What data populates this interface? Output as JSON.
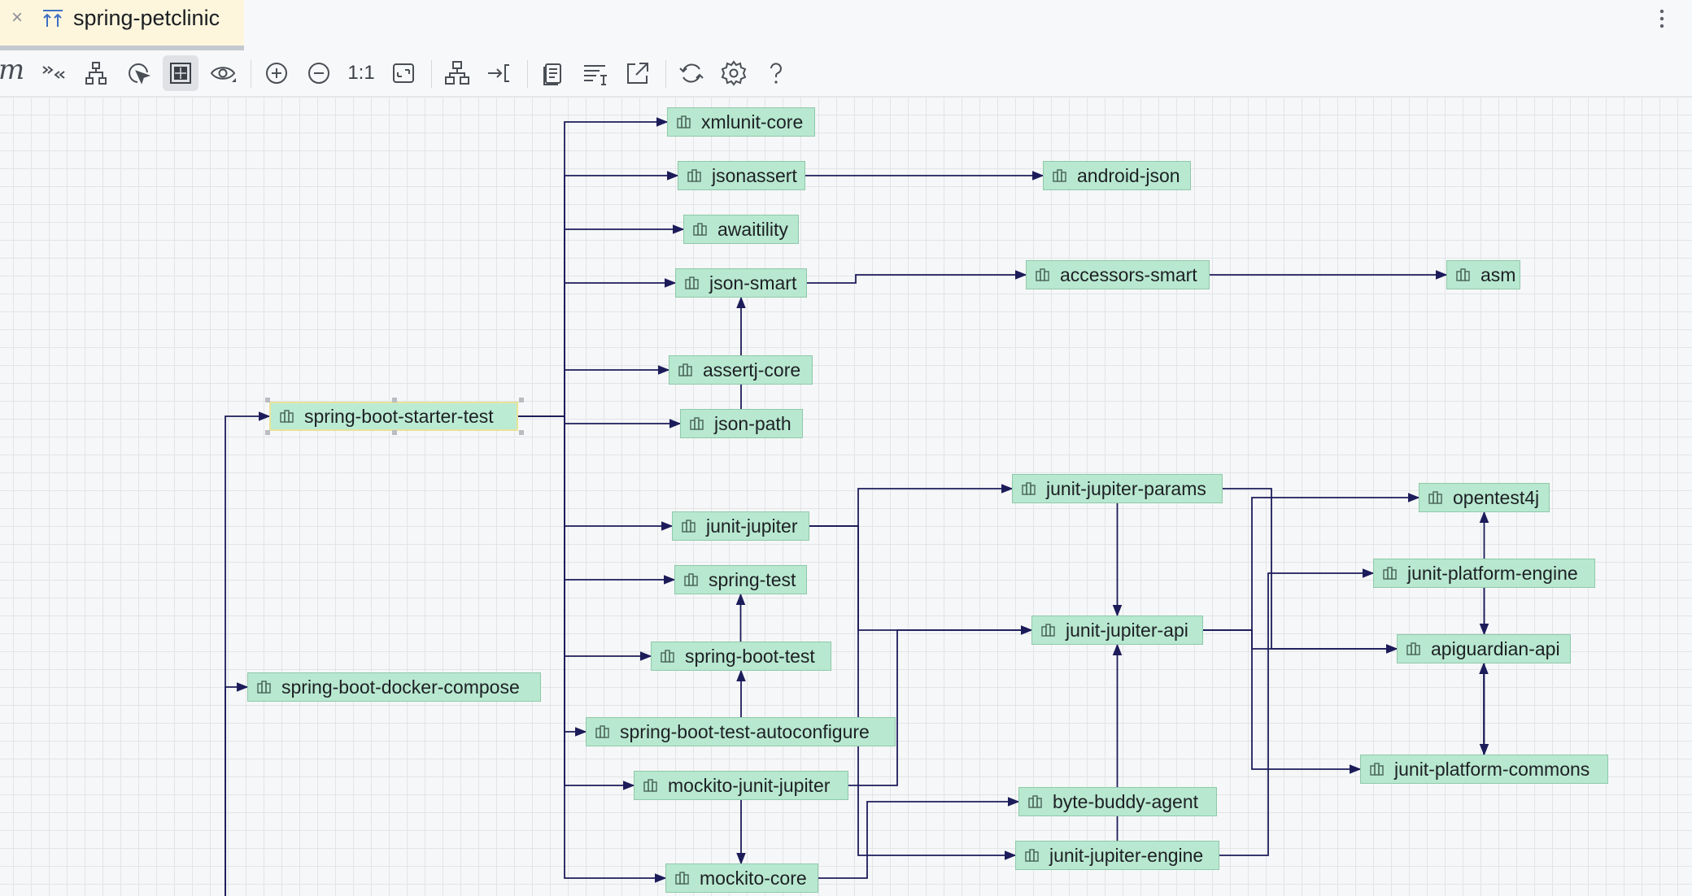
{
  "tab": {
    "title": "spring-petclinic",
    "close_icon": "close-icon",
    "file_icon": "dependency-diagram-icon"
  },
  "menu": {
    "more_icon": "more-vertical-icon"
  },
  "toolbar": {
    "m_label": "m",
    "actual_size_label": "1:1",
    "buttons": [
      "expand-collapse-icon",
      "hierarchy-icon",
      "select-neighbors-icon",
      "fit-content-icon",
      "visibility-icon",
      "zoom-in-icon",
      "zoom-out-icon",
      "actual-size",
      "fit-page-icon",
      "layout-icon",
      "apply-layout-icon",
      "copy-icon",
      "text-format-icon",
      "export-icon",
      "refresh-icon",
      "settings-icon",
      "help-icon"
    ]
  },
  "nodes": [
    {
      "id": "xmlunit-core",
      "label": "xmlunit-core"
    },
    {
      "id": "jsonassert",
      "label": "jsonassert"
    },
    {
      "id": "android-json",
      "label": "android-json"
    },
    {
      "id": "awaitility",
      "label": "awaitility"
    },
    {
      "id": "json-smart",
      "label": "json-smart"
    },
    {
      "id": "accessors-smart",
      "label": "accessors-smart"
    },
    {
      "id": "asm",
      "label": "asm"
    },
    {
      "id": "assertj-core",
      "label": "assertj-core"
    },
    {
      "id": "spring-boot-starter-test",
      "label": "spring-boot-starter-test"
    },
    {
      "id": "json-path",
      "label": "json-path"
    },
    {
      "id": "junit-jupiter-params",
      "label": "junit-jupiter-params"
    },
    {
      "id": "opentest4j",
      "label": "opentest4j"
    },
    {
      "id": "junit-jupiter",
      "label": "junit-jupiter"
    },
    {
      "id": "junit-platform-engine",
      "label": "junit-platform-engine"
    },
    {
      "id": "spring-test",
      "label": "spring-test"
    },
    {
      "id": "junit-jupiter-api",
      "label": "junit-jupiter-api"
    },
    {
      "id": "apiguardian-api",
      "label": "apiguardian-api"
    },
    {
      "id": "spring-boot-test",
      "label": "spring-boot-test"
    },
    {
      "id": "spring-boot-docker-compose",
      "label": "spring-boot-docker-compose"
    },
    {
      "id": "spring-boot-test-autoconfigure",
      "label": "spring-boot-test-autoconfigure"
    },
    {
      "id": "junit-platform-commons",
      "label": "junit-platform-commons"
    },
    {
      "id": "mockito-junit-jupiter",
      "label": "mockito-junit-jupiter"
    },
    {
      "id": "byte-buddy-agent",
      "label": "byte-buddy-agent"
    },
    {
      "id": "junit-jupiter-engine",
      "label": "junit-jupiter-engine"
    },
    {
      "id": "mockito-core",
      "label": "mockito-core"
    }
  ],
  "edges": [
    [
      "spring-boot-starter-test",
      "xmlunit-core"
    ],
    [
      "spring-boot-starter-test",
      "jsonassert"
    ],
    [
      "spring-boot-starter-test",
      "awaitility"
    ],
    [
      "spring-boot-starter-test",
      "json-smart"
    ],
    [
      "spring-boot-starter-test",
      "assertj-core"
    ],
    [
      "spring-boot-starter-test",
      "json-path"
    ],
    [
      "spring-boot-starter-test",
      "junit-jupiter"
    ],
    [
      "spring-boot-starter-test",
      "spring-test"
    ],
    [
      "spring-boot-starter-test",
      "spring-boot-test"
    ],
    [
      "spring-boot-starter-test",
      "spring-boot-test-autoconfigure"
    ],
    [
      "spring-boot-starter-test",
      "mockito-junit-jupiter"
    ],
    [
      "spring-boot-starter-test",
      "mockito-core"
    ],
    [
      "jsonassert",
      "android-json"
    ],
    [
      "json-smart",
      "accessors-smart"
    ],
    [
      "accessors-smart",
      "asm"
    ],
    [
      "json-path",
      "json-smart"
    ],
    [
      "junit-jupiter",
      "junit-jupiter-params"
    ],
    [
      "junit-jupiter",
      "junit-jupiter-api"
    ],
    [
      "junit-jupiter",
      "junit-jupiter-engine"
    ],
    [
      "junit-jupiter-params",
      "junit-jupiter-api"
    ],
    [
      "junit-jupiter-params",
      "apiguardian-api"
    ],
    [
      "junit-jupiter-api",
      "opentest4j"
    ],
    [
      "junit-jupiter-api",
      "apiguardian-api"
    ],
    [
      "junit-jupiter-api",
      "junit-platform-commons"
    ],
    [
      "junit-platform-engine",
      "opentest4j"
    ],
    [
      "junit-platform-engine",
      "apiguardian-api"
    ],
    [
      "junit-platform-engine",
      "junit-platform-commons"
    ],
    [
      "junit-platform-commons",
      "apiguardian-api"
    ],
    [
      "junit-jupiter-engine",
      "junit-jupiter-api"
    ],
    [
      "junit-jupiter-engine",
      "junit-platform-engine"
    ],
    [
      "spring-boot-test",
      "spring-test"
    ],
    [
      "spring-boot-test-autoconfigure",
      "spring-boot-test"
    ],
    [
      "mockito-junit-jupiter",
      "junit-jupiter-api"
    ],
    [
      "mockito-junit-jupiter",
      "mockito-core"
    ],
    [
      "mockito-core",
      "byte-buddy-agent"
    ]
  ]
}
